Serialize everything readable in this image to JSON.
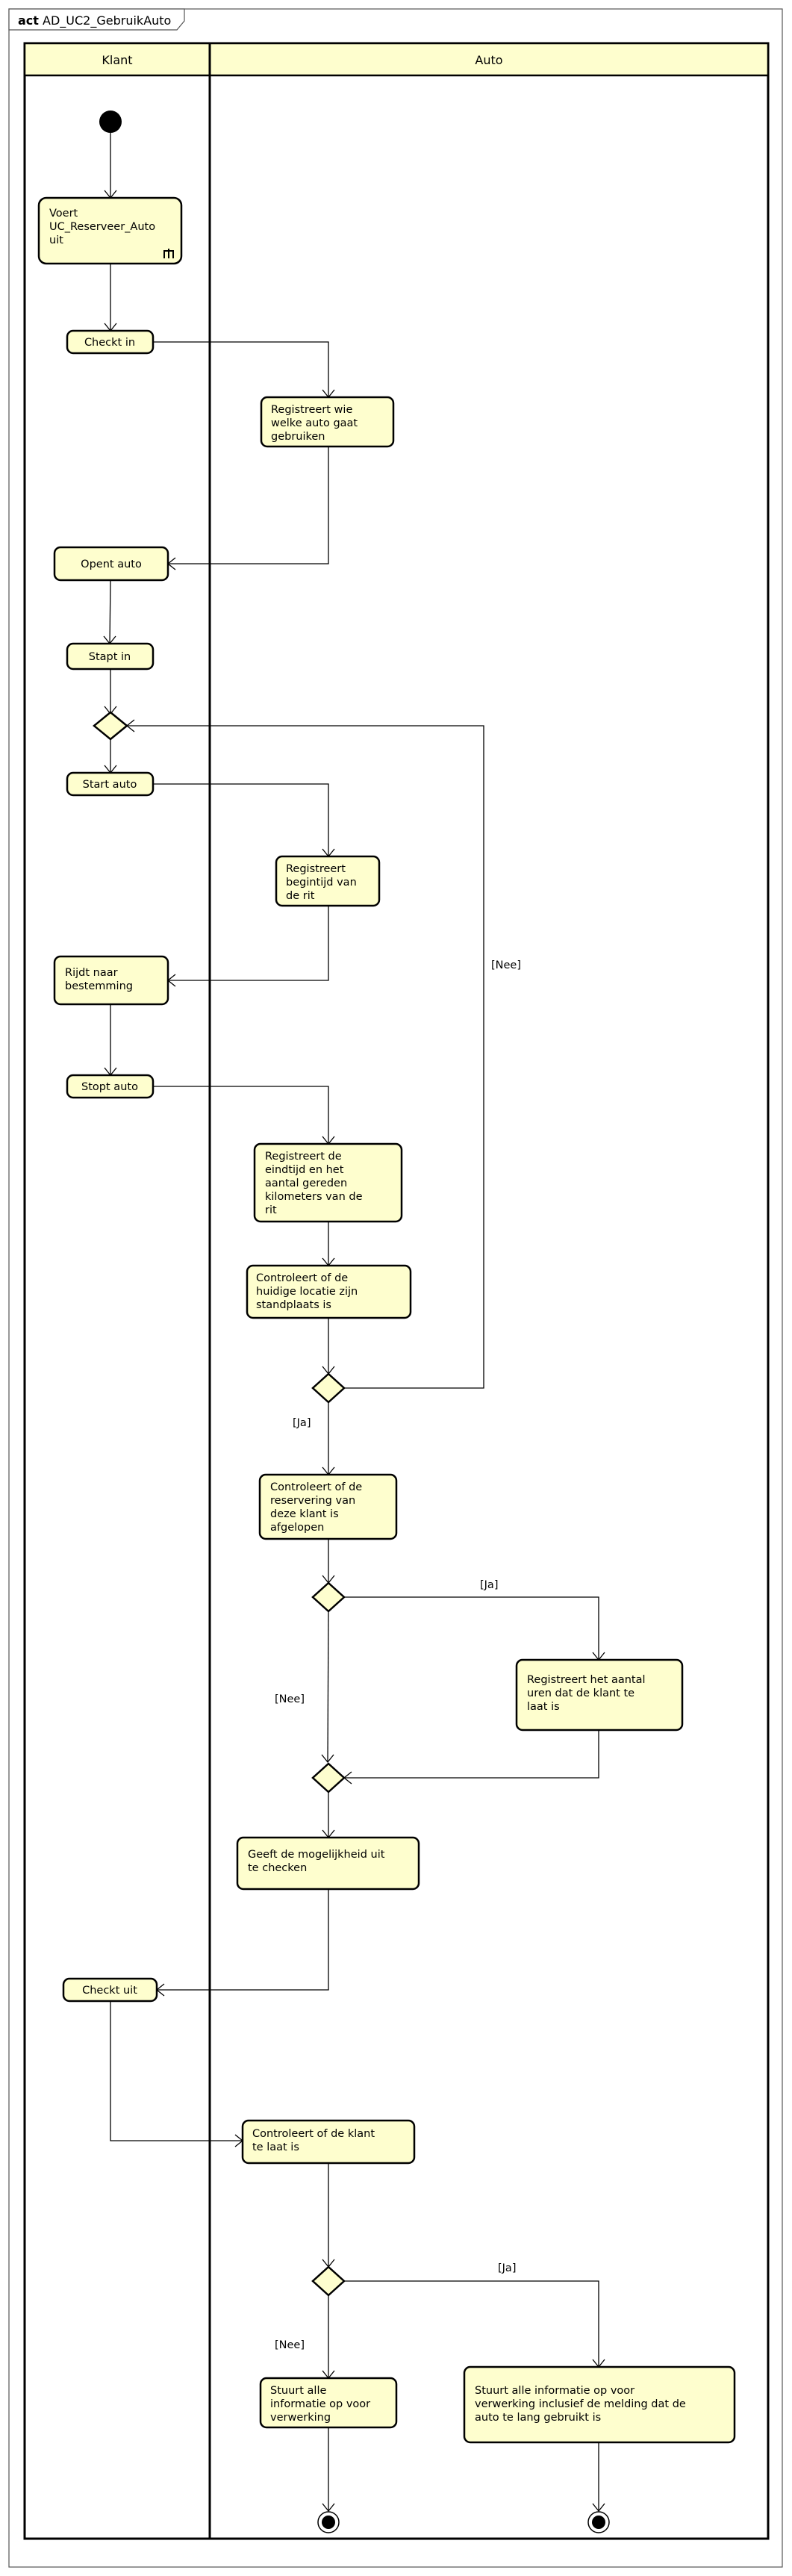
{
  "frame": {
    "keyword": "act",
    "name": "AD_UC2_GebruikAuto"
  },
  "lanes": {
    "left": "Klant",
    "right": "Auto"
  },
  "activities": {
    "a1": [
      "Voert",
      "UC_Reserveer_Auto",
      "uit"
    ],
    "a2": [
      "Checkt in"
    ],
    "a3": [
      "Registreert wie",
      "welke auto gaat",
      "gebruiken"
    ],
    "a4": [
      "Opent auto"
    ],
    "a5": [
      "Stapt in"
    ],
    "a6": [
      "Start auto"
    ],
    "a7": [
      "Registreert",
      "begintijd van",
      "de rit"
    ],
    "a8": [
      "Rijdt naar",
      "bestemming"
    ],
    "a9": [
      "Stopt auto"
    ],
    "a10": [
      "Registreert de",
      "eindtijd en het",
      "aantal gereden",
      "kilometers van de",
      "rit"
    ],
    "a11": [
      "Controleert of de",
      "huidige locatie zijn",
      "standplaats is"
    ],
    "a12": [
      "Controleert of de",
      "reservering van",
      "deze klant is",
      "afgelopen"
    ],
    "a13": [
      "Registreert het aantal",
      "uren dat de klant te",
      "laat is"
    ],
    "a14": [
      "Geeft de mogelijkheid uit",
      "te checken"
    ],
    "a15": [
      "Checkt uit"
    ],
    "a16": [
      "Controleert of de klant",
      "te laat is"
    ],
    "a17": [
      "Stuurt alle",
      "informatie op voor",
      "verwerking"
    ],
    "a18": [
      "Stuurt alle informatie op voor",
      "verwerking inclusief de melding dat de",
      "auto te lang gebruikt is"
    ]
  },
  "guards": {
    "g1": "[Nee]",
    "g2": "[Ja]",
    "g3": "[Ja]",
    "g4": "[Nee]",
    "g5": "[Ja]",
    "g6": "[Nee]"
  }
}
